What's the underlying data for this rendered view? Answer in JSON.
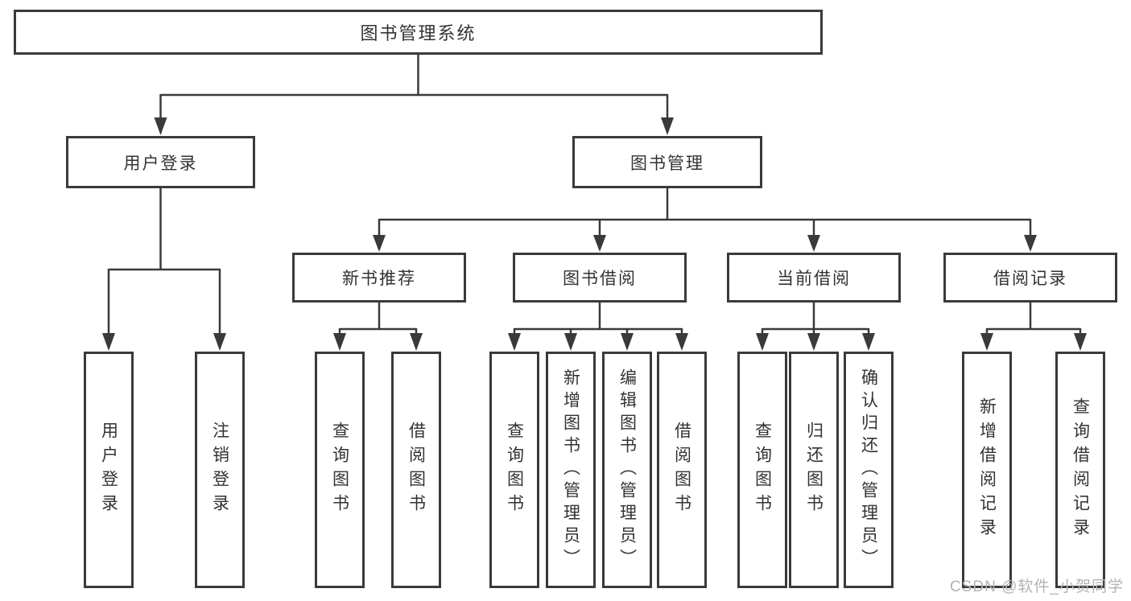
{
  "colors": {
    "line": "#3a3a3a",
    "box_border": "#3a3a3a",
    "box_fill": "#ffffff",
    "text": "#333333",
    "watermark": "#b3b3b3"
  },
  "tree": {
    "label": "图书管理系统",
    "children": [
      {
        "label": "用户登录",
        "children": [
          {
            "label": "用户登录"
          },
          {
            "label": "注销登录"
          }
        ]
      },
      {
        "label": "图书管理",
        "children": [
          {
            "label": "新书推荐",
            "children": [
              {
                "label": "查询图书"
              },
              {
                "label": "借阅图书"
              }
            ]
          },
          {
            "label": "图书借阅",
            "children": [
              {
                "label": "查询图书"
              },
              {
                "label": "新增图书（管理员）"
              },
              {
                "label": "编辑图书（管理员）"
              },
              {
                "label": "借阅图书"
              }
            ]
          },
          {
            "label": "当前借阅",
            "children": [
              {
                "label": "查询图书"
              },
              {
                "label": "归还图书"
              },
              {
                "label": "确认归还（管理员）"
              }
            ]
          },
          {
            "label": "借阅记录",
            "children": [
              {
                "label": "新增借阅记录"
              },
              {
                "label": "查询借阅记录"
              }
            ]
          }
        ]
      }
    ]
  },
  "watermark": {
    "text": "CSDN @软件_小贺同学"
  }
}
